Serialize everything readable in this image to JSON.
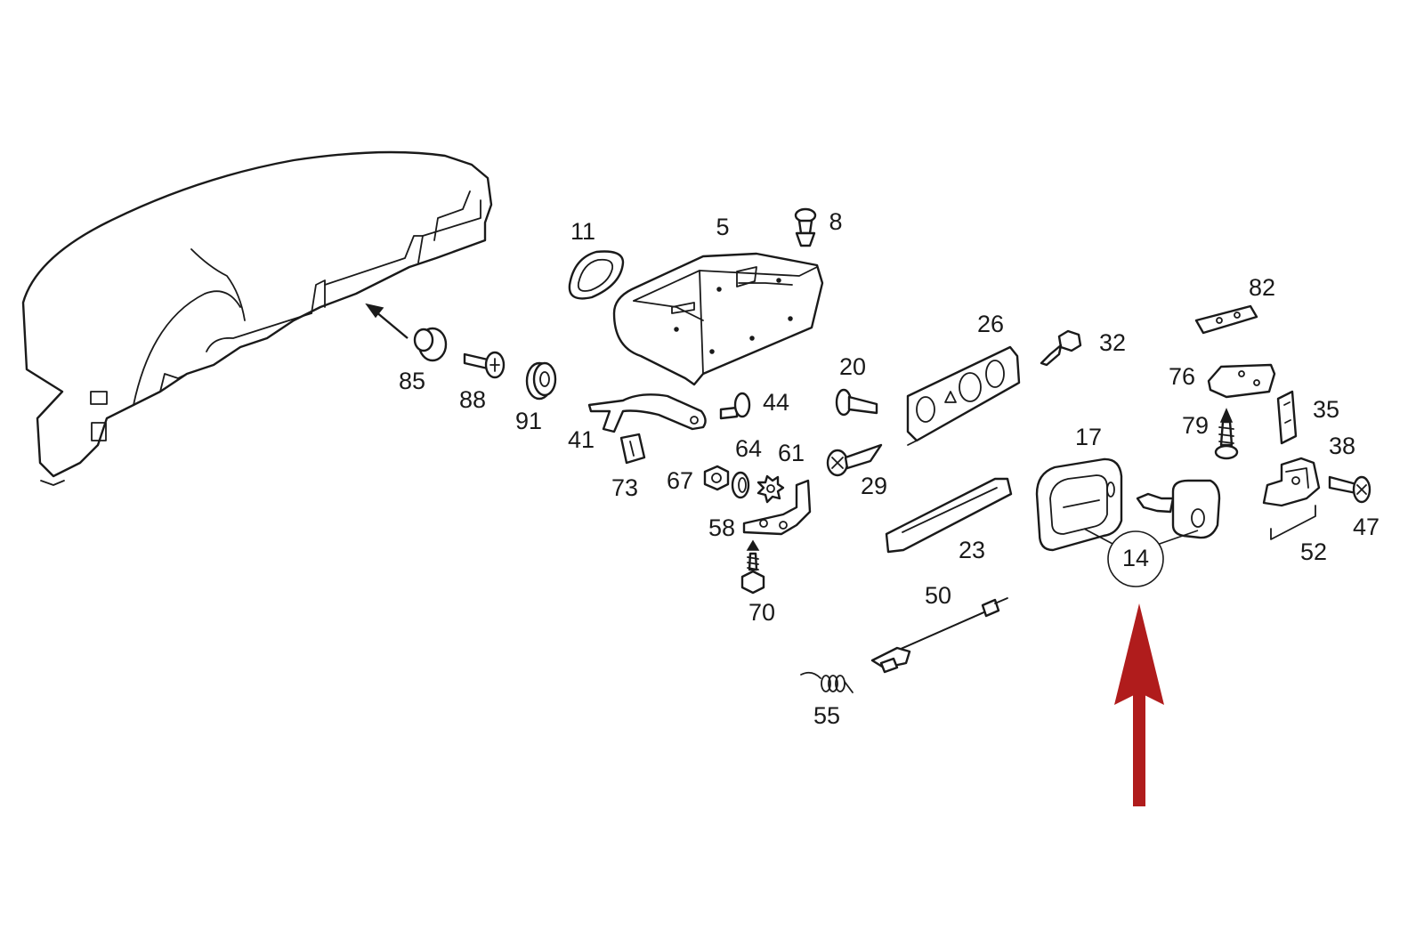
{
  "accent_color": "#b01c1c",
  "parts": [
    {
      "id": "p11",
      "label": "11"
    },
    {
      "id": "p5",
      "label": "5"
    },
    {
      "id": "p8",
      "label": "8"
    },
    {
      "id": "p85",
      "label": "85"
    },
    {
      "id": "p88",
      "label": "88"
    },
    {
      "id": "p91",
      "label": "91"
    },
    {
      "id": "p41",
      "label": "41"
    },
    {
      "id": "p44",
      "label": "44"
    },
    {
      "id": "p73",
      "label": "73"
    },
    {
      "id": "p67",
      "label": "67"
    },
    {
      "id": "p64",
      "label": "64"
    },
    {
      "id": "p61",
      "label": "61"
    },
    {
      "id": "p58",
      "label": "58"
    },
    {
      "id": "p70",
      "label": "70"
    },
    {
      "id": "p20",
      "label": "20"
    },
    {
      "id": "p26",
      "label": "26"
    },
    {
      "id": "p32",
      "label": "32"
    },
    {
      "id": "p29",
      "label": "29"
    },
    {
      "id": "p23",
      "label": "23"
    },
    {
      "id": "p17",
      "label": "17"
    },
    {
      "id": "p14",
      "label": "14"
    },
    {
      "id": "p50",
      "label": "50"
    },
    {
      "id": "p55",
      "label": "55"
    },
    {
      "id": "p82",
      "label": "82"
    },
    {
      "id": "p76",
      "label": "76"
    },
    {
      "id": "p79",
      "label": "79"
    },
    {
      "id": "p35",
      "label": "35"
    },
    {
      "id": "p38",
      "label": "38"
    },
    {
      "id": "p47",
      "label": "47"
    },
    {
      "id": "p52",
      "label": "52"
    }
  ],
  "highlight": {
    "part": "14",
    "indicator": "red-arrow-up-icon"
  }
}
